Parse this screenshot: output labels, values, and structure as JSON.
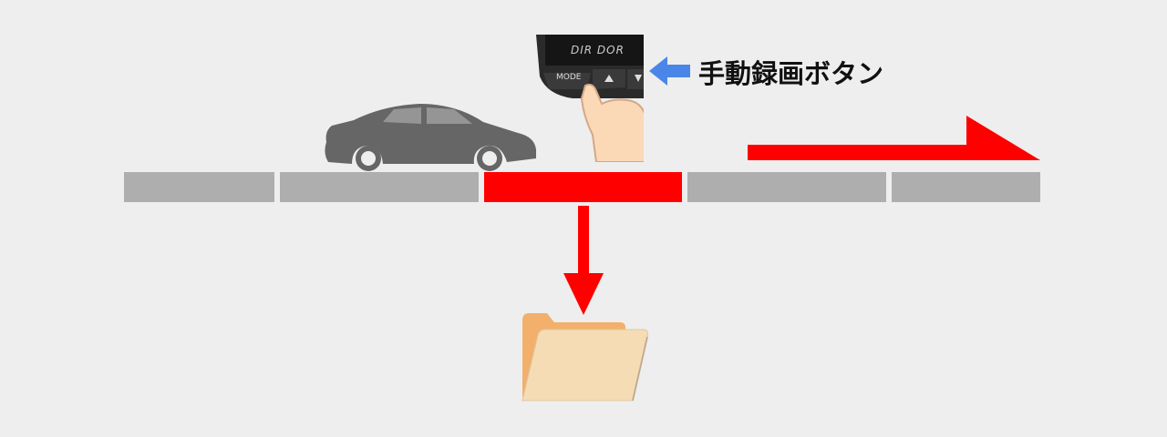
{
  "label": "手動録画ボタン",
  "device": {
    "brand_text": "DIR DOR",
    "buttons": [
      "MODE",
      "▲",
      "▼"
    ]
  },
  "timeline": {
    "segments": [
      "normal",
      "normal",
      "manual",
      "normal",
      "normal"
    ]
  },
  "colors": {
    "background": "#eeeeee",
    "segment": "#aeaeae",
    "highlight": "#ff0000",
    "pointer": "#4a86e8",
    "folder_back": "#f2b06c",
    "folder_front": "#f5dcb5"
  }
}
